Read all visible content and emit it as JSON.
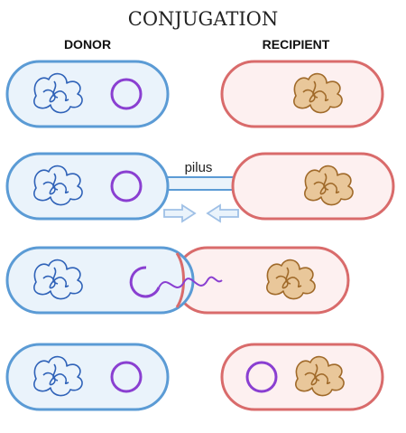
{
  "title": "CONJUGATION",
  "labels": {
    "donor": "DONOR",
    "recipient": "RECIPIENT",
    "pilus": "pilus"
  },
  "colors": {
    "donor_outline": "#5b9bd5",
    "donor_fill": "#eaf3fb",
    "recipient_outline": "#d96b6b",
    "recipient_fill": "#fdf0f0",
    "plasmid": "#8a3fd1",
    "donor_dna": "#2f62b8",
    "recipient_dna": "#a06a2a",
    "recipient_dna_fill": "#e9c79a",
    "arrow": "#9fc0e6"
  },
  "stages": [
    {
      "stage": 1,
      "donor_plasmid": true,
      "recipient_plasmid": false,
      "pilus": false,
      "transfer": false
    },
    {
      "stage": 2,
      "donor_plasmid": true,
      "recipient_plasmid": false,
      "pilus": true,
      "transfer": false
    },
    {
      "stage": 3,
      "donor_plasmid": true,
      "recipient_plasmid": false,
      "pilus": false,
      "transfer": true
    },
    {
      "stage": 4,
      "donor_plasmid": true,
      "recipient_plasmid": true,
      "pilus": false,
      "transfer": false
    }
  ]
}
